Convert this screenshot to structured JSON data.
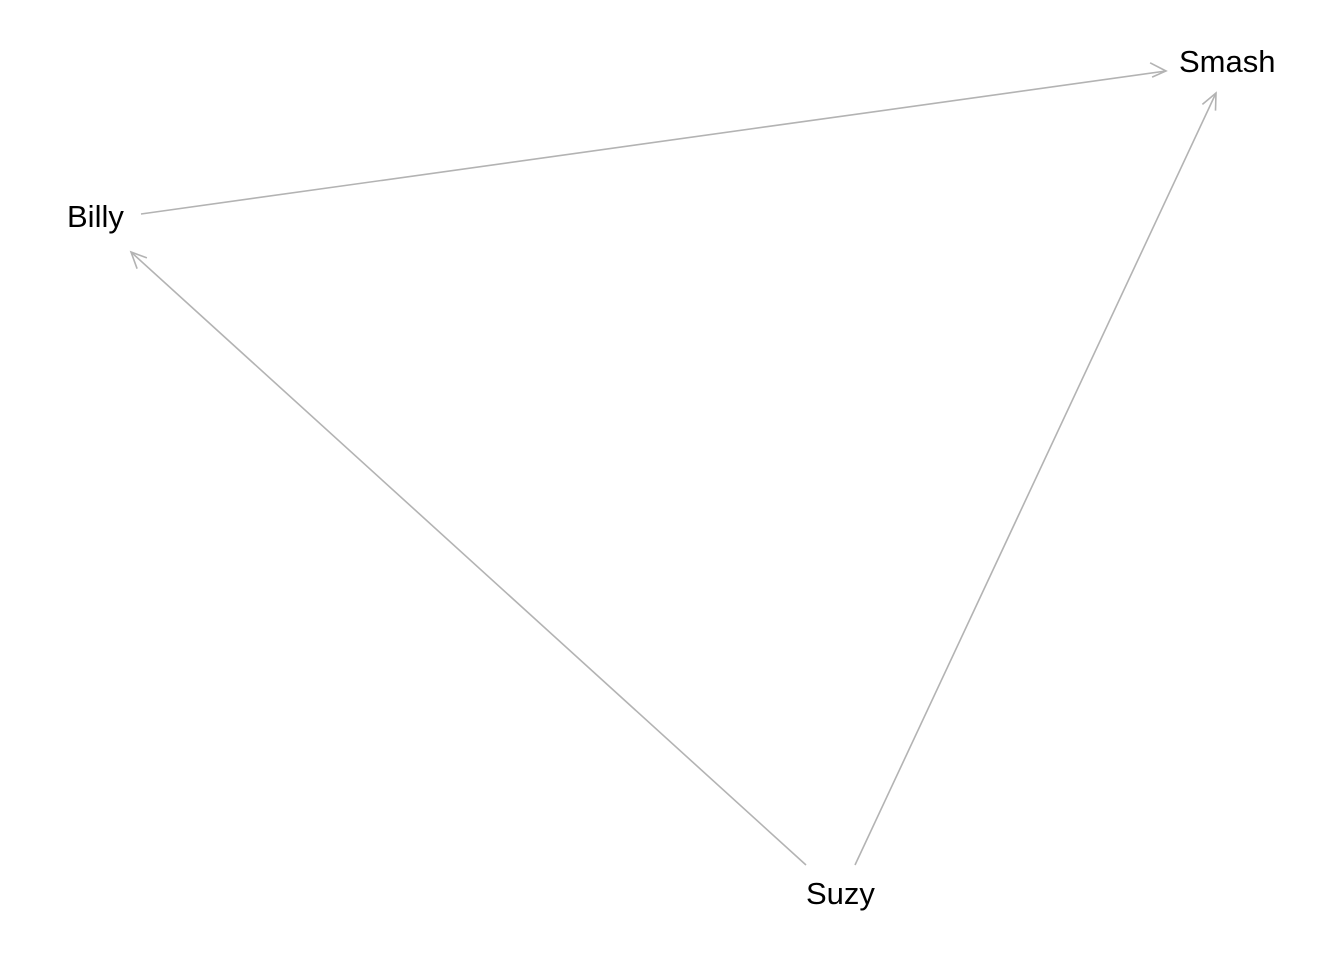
{
  "diagram": {
    "type": "directed-graph",
    "edge_color": "#b3b3b3",
    "label_color": "#000000",
    "nodes": [
      {
        "id": "billy",
        "label": "Billy"
      },
      {
        "id": "smash",
        "label": "Smash"
      },
      {
        "id": "suzy",
        "label": "Suzy"
      }
    ],
    "edges": [
      {
        "from": "billy",
        "to": "smash"
      },
      {
        "from": "suzy",
        "to": "billy"
      },
      {
        "from": "suzy",
        "to": "smash"
      }
    ]
  }
}
